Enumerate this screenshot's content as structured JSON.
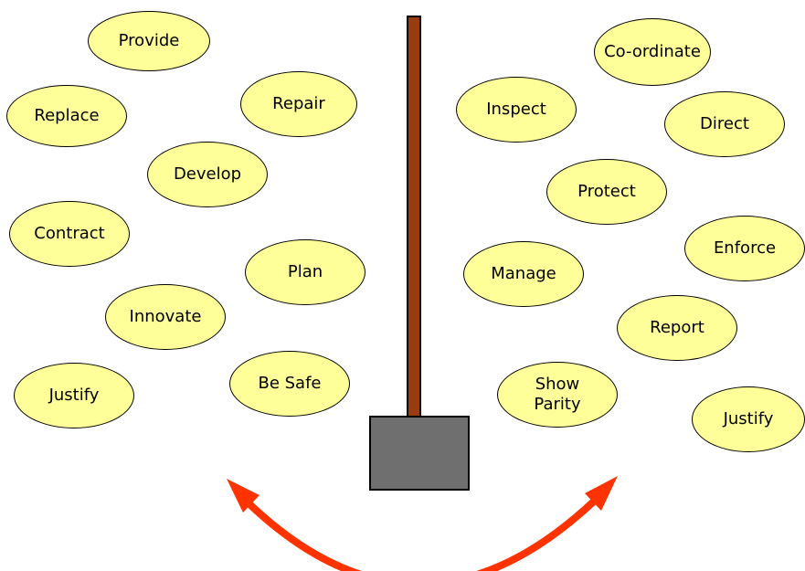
{
  "left_bubbles": [
    {
      "label": "Provide"
    },
    {
      "label": "Replace"
    },
    {
      "label": "Repair"
    },
    {
      "label": "Develop"
    },
    {
      "label": "Contract"
    },
    {
      "label": "Plan"
    },
    {
      "label": "Innovate"
    },
    {
      "label": "Justify"
    },
    {
      "label": "Be Safe"
    }
  ],
  "right_bubbles": [
    {
      "label": "Co-ordinate"
    },
    {
      "label": "Inspect"
    },
    {
      "label": "Direct"
    },
    {
      "label": "Protect"
    },
    {
      "label": "Enforce"
    },
    {
      "label": "Manage"
    },
    {
      "label": "Report"
    },
    {
      "label": "Show\nParity"
    },
    {
      "label": "Justify"
    }
  ],
  "colors": {
    "bubble_fill": "#ffff99",
    "pole": "#9a3b0f",
    "weight": "#6f6f6f",
    "arrow": "#ff3300"
  }
}
